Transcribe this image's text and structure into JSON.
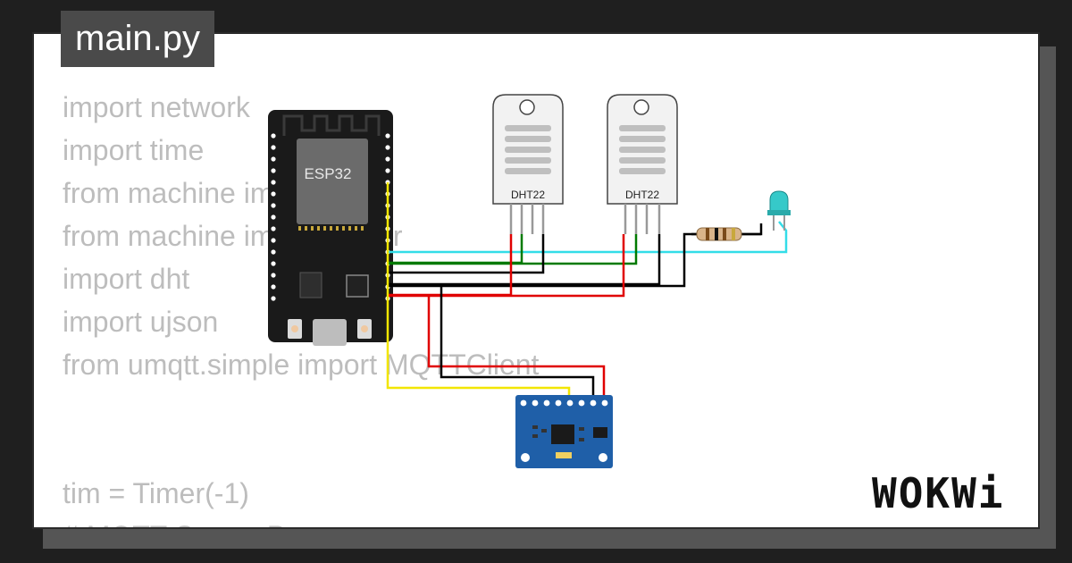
{
  "file_tab": {
    "label": "main.py"
  },
  "code_lines": [
    "import network",
    "import time",
    "from machine import Pin",
    "from machine import Timer",
    "import dht",
    "import ujson",
    "from umqtt.simple import MQTTClient",
    "",
    "",
    "tim = Timer(-1)",
    "# MQTT Server Parameters"
  ],
  "components": {
    "esp32": {
      "label": "ESP32"
    },
    "dht_left": {
      "label": "DHT22"
    },
    "dht_right": {
      "label": "DHT22"
    }
  },
  "colors": {
    "board": "#1a1a1a",
    "chip": "#6b6b6b",
    "mpu": "#1f5fa8",
    "wire_red": "#e00000",
    "wire_green": "#007a00",
    "wire_black": "#000000",
    "wire_yellow": "#f2e600",
    "wire_cyan": "#33dde8",
    "led": "#36c9c9"
  },
  "brand": {
    "logo_text": "WOKWi"
  }
}
